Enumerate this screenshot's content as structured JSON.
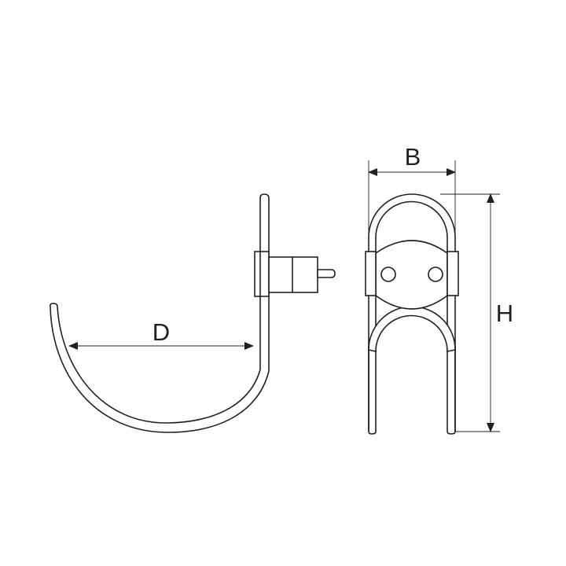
{
  "diagram": {
    "dimension_labels": {
      "d": "D",
      "b": "B",
      "h": "H"
    },
    "line_color": "#231f20"
  }
}
